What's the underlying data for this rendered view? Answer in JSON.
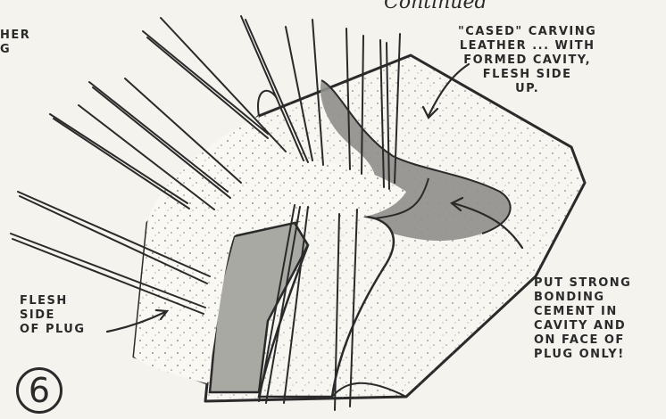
{
  "header": {
    "title_fragment": "Continued",
    "left_fragment": [
      "HER",
      "G"
    ]
  },
  "labels": {
    "cased_leather": [
      "\"CASED\" CARVING",
      "LEATHER ... WITH",
      "FORMED CAVITY,",
      "FLESH SIDE",
      "UP."
    ],
    "flesh_plug": [
      "FLESH",
      "SIDE",
      "OF PLUG"
    ],
    "cement": [
      "PUT STRONG",
      "BONDING",
      "CEMENT IN",
      "CAVITY AND",
      "ON FACE OF",
      "PLUG ONLY!"
    ]
  },
  "step_number": "6",
  "colors": {
    "paper": "#f4f3ee",
    "ink": "#2a2a2a",
    "cavity_shade": "#8e8e8a",
    "plug_shade": "#a9a9a4"
  }
}
